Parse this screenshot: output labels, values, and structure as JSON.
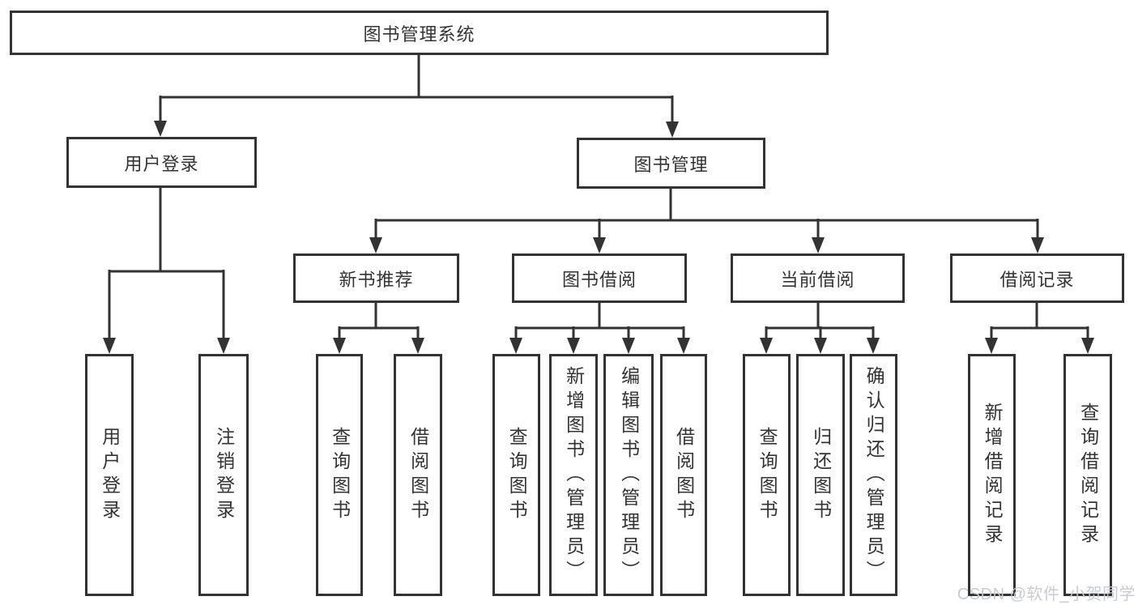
{
  "tree": {
    "root": "图书管理系统",
    "children": [
      {
        "label": "用户登录",
        "children": [
          "用户登录",
          "注销登录"
        ]
      },
      {
        "label": "图书管理",
        "children": [
          {
            "label": "新书推荐",
            "children": [
              "查询图书",
              "借阅图书"
            ]
          },
          {
            "label": "图书借阅",
            "children": [
              "查询图书",
              "新增图书（管理员）",
              "编辑图书（管理员）",
              "借阅图书"
            ]
          },
          {
            "label": "当前借阅",
            "children": [
              "查询图书",
              "归还图书",
              "确认归还（管理员）"
            ]
          },
          {
            "label": "借阅记录",
            "children": [
              "新增借阅记录",
              "查询借阅记录"
            ]
          }
        ]
      }
    ]
  },
  "watermark": {
    "text": "CSDN @软件_小贺同学"
  },
  "colors": {
    "box_border": "#333333",
    "connector_line": "#333333",
    "text": "#333333",
    "watermark": "#c5c8cd",
    "background": "#ffffff"
  }
}
